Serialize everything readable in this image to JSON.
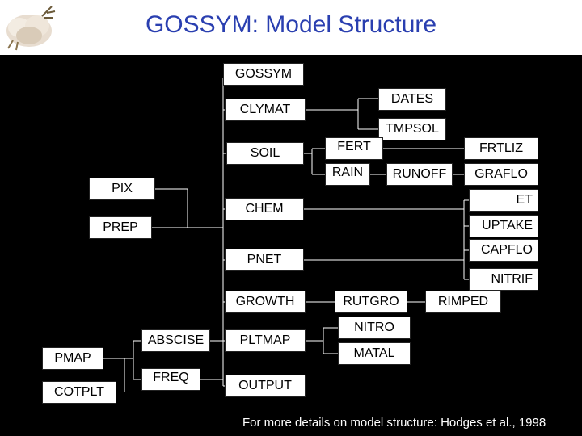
{
  "title": "GOSSYM: Model Structure",
  "footnote": "For more details on model structure: Hodges et al., 1998",
  "logo_icon": "cotton-boll-icon",
  "colors": {
    "title": "#2a3fb0",
    "background": "#000000",
    "box": "#ffffff",
    "line": "#ffffff"
  },
  "nodes": {
    "gossym": "GOSSYM",
    "dates": "DATES",
    "clymat": "CLYMAT",
    "tmpsol": "TMPSOL",
    "soil": "SOIL",
    "fert": "FERT",
    "frtliz": "FRTLIZ",
    "rain": "RAIN",
    "runoff": "RUNOFF",
    "graflo": "GRAFLO",
    "pix": "PIX",
    "et": "ET",
    "chem": "CHEM",
    "prep": "PREP",
    "uptake": "UPTAKE",
    "capflo": "CAPFLO",
    "pnet": "PNET",
    "nitrif": "NITRIF",
    "growth": "GROWTH",
    "rutgro": "RUTGRO",
    "rimped": "RIMPED",
    "abscise": "ABSCISE",
    "nitro": "NITRO",
    "pltmap": "PLTMAP",
    "pmap": "PMAP",
    "matal": "MATAL",
    "freq": "FREQ",
    "cotplt": "COTPLT",
    "output": "OUTPUT"
  }
}
